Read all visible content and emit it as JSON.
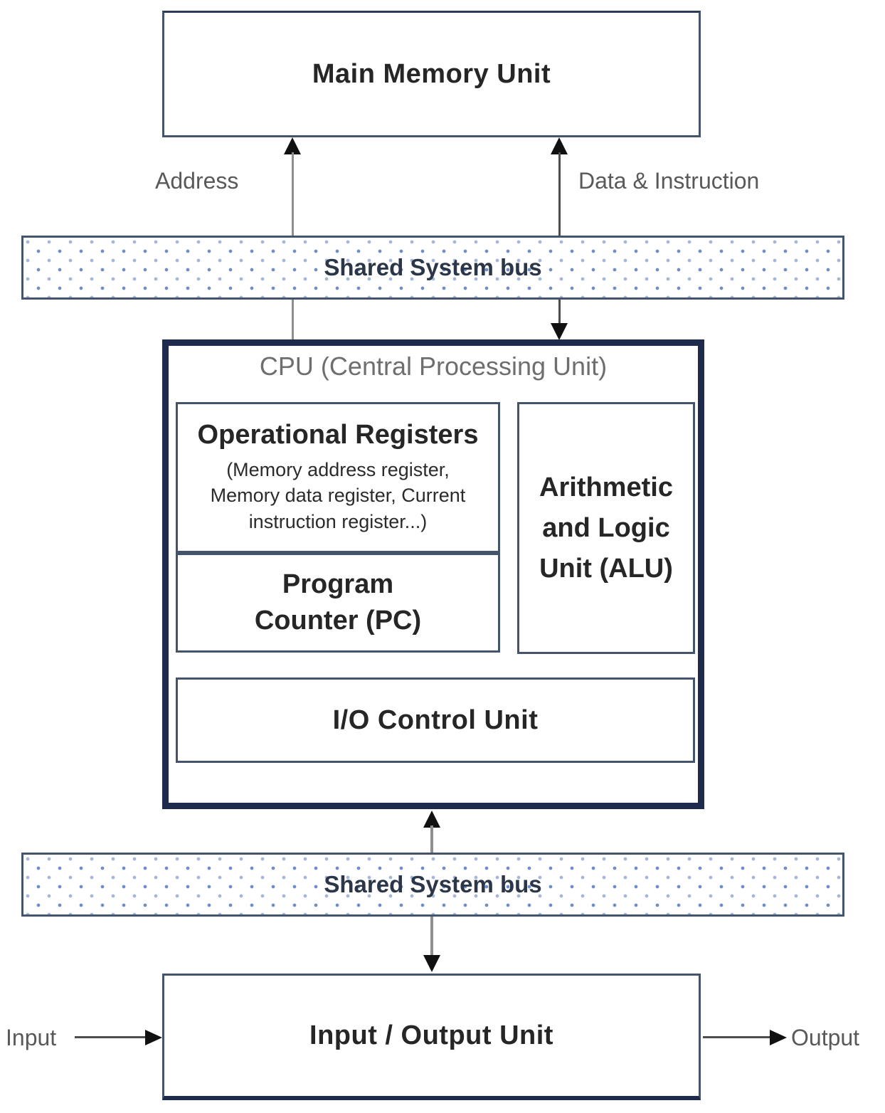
{
  "diagram": {
    "main_memory": {
      "label": "Main Memory Unit"
    },
    "bus_top": {
      "label": "Shared System bus"
    },
    "bus_bottom": {
      "label": "Shared System bus"
    },
    "labels": {
      "address": "Address",
      "data_instruction": "Data & Instruction",
      "input": "Input",
      "output": "Output"
    },
    "cpu": {
      "title": "CPU (Central Processing Unit)",
      "operational_registers": {
        "title": "Operational Registers",
        "sub_lines": [
          "(Memory address register,",
          "Memory data register,  Current",
          "instruction register...)"
        ]
      },
      "program_counter": {
        "lines": [
          "Program",
          "Counter (PC)"
        ]
      },
      "alu": {
        "lines": [
          "Arithmetic",
          "and Logic",
          "Unit (ALU)"
        ]
      },
      "io_control": {
        "label": "I/O Control Unit"
      }
    },
    "io_unit": {
      "label": "Input / Output Unit"
    },
    "colors": {
      "box_border": "#44546a",
      "cpu_border": "#1f2b4d",
      "bus_dot_blue": "#6e8cc6",
      "bus_dot_light": "#a3b6da",
      "text_dark": "#262626",
      "text_gray": "#595959",
      "bus_text": "#2b3748"
    }
  }
}
